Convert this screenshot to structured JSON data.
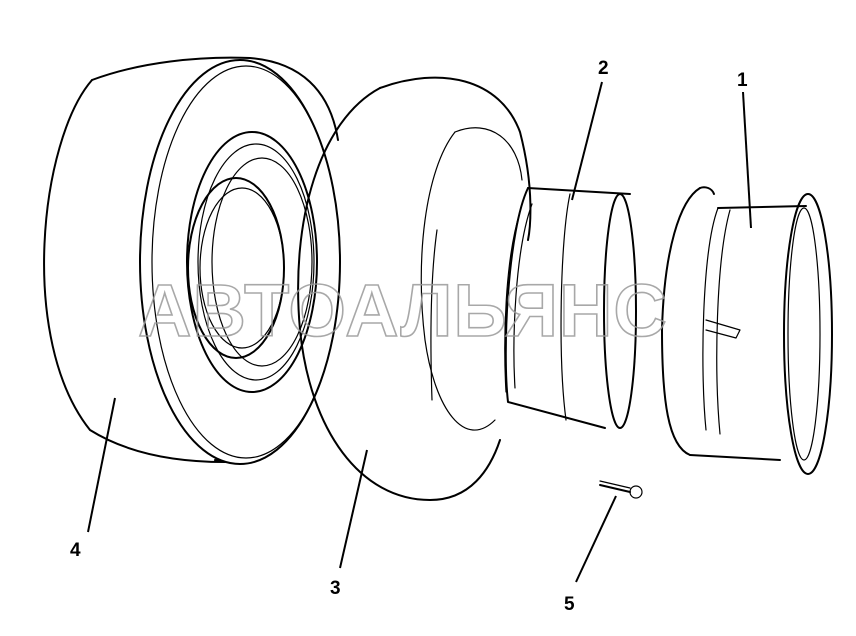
{
  "watermark": "АВТОАЛЬЯНС",
  "callouts": [
    {
      "id": "1",
      "label": "1"
    },
    {
      "id": "2",
      "label": "2"
    },
    {
      "id": "3",
      "label": "3"
    },
    {
      "id": "4",
      "label": "4"
    },
    {
      "id": "5",
      "label": "5"
    }
  ],
  "parts": [
    "tire-4",
    "tube-3",
    "rim-band-2",
    "wheel-rim-1",
    "valve-5"
  ]
}
